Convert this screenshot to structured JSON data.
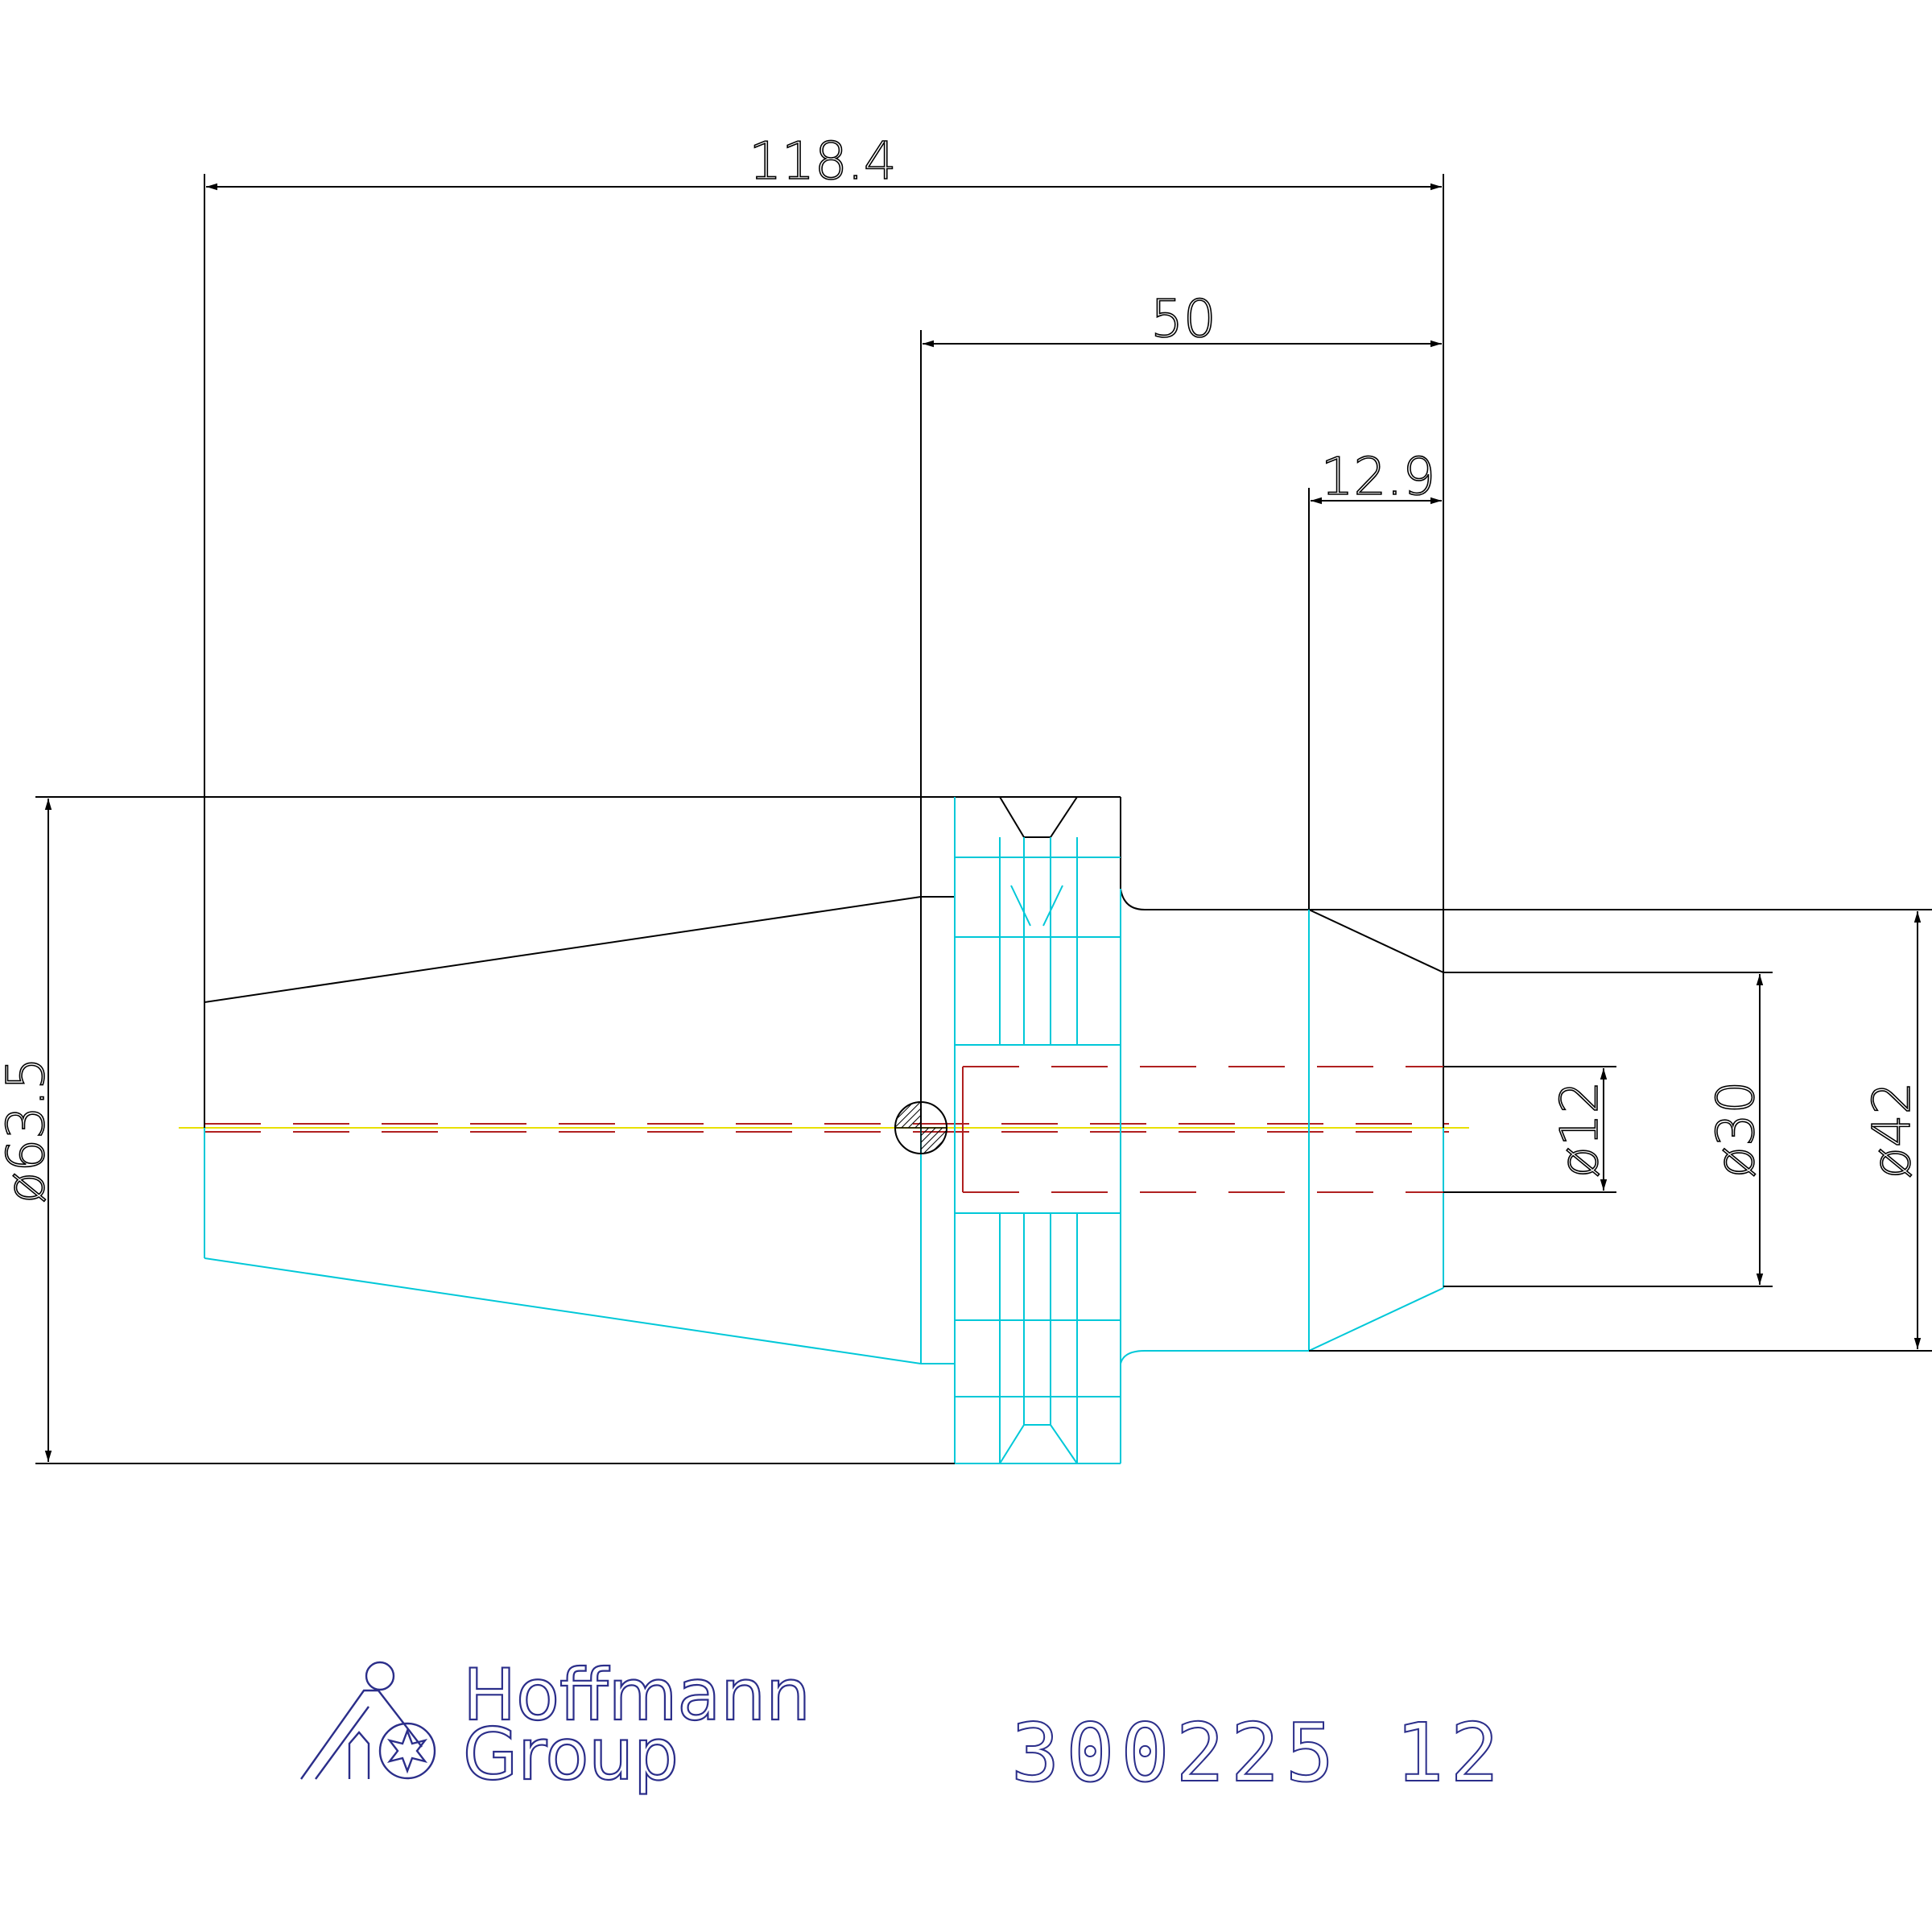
{
  "dimensions": {
    "overall_length": "118.4",
    "flange_offset": "50",
    "nose_length": "12.9",
    "flange_diameter": "ø63.5",
    "bore_diameter": "ø12",
    "nose_diameter": "ø30",
    "body_diameter": "ø42"
  },
  "logo": {
    "line1": "Hoffmann",
    "line2": "Group"
  },
  "part_number": "300225 12",
  "colors": {
    "outline": "#000000",
    "hidden_half": "#00c8d8",
    "centerline": "#b02020",
    "axis": "#e8e000",
    "brand": "#2b2e8a"
  }
}
